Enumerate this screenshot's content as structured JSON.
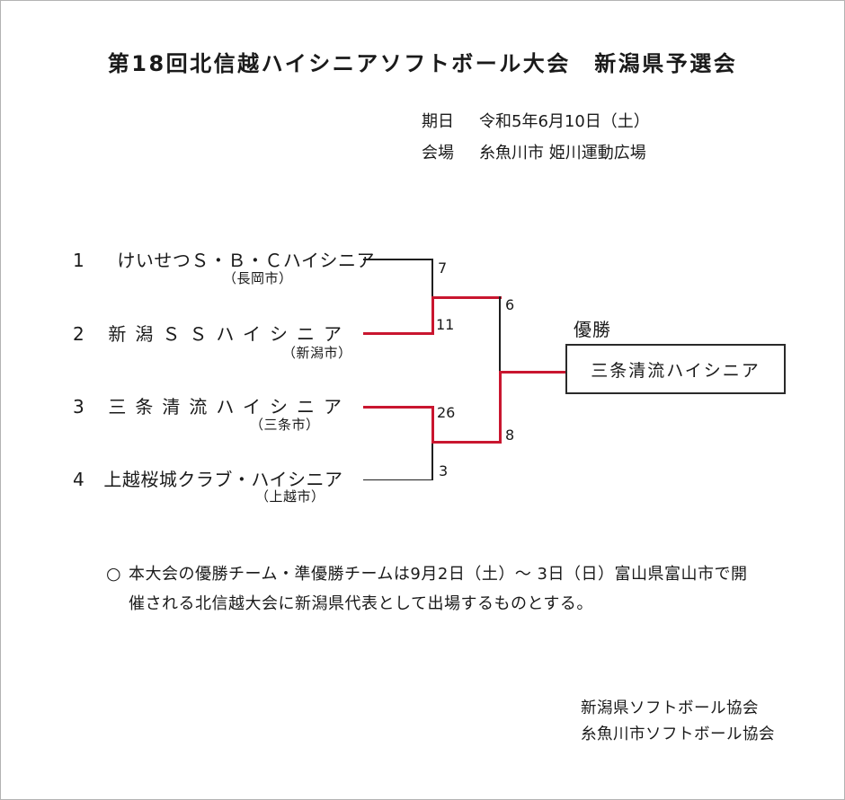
{
  "title": "第18回北信越ハイシニアソフトボール大会　新潟県予選会",
  "meta": {
    "date_label": "期日",
    "date_value": "令和5年6月10日（土）",
    "venue_label": "会場",
    "venue_value": "糸魚川市 姫川運動広場"
  },
  "bracket": {
    "teams": [
      {
        "seed": "1",
        "name": "けいせつＳ・Ｂ・Ｃハイシニア",
        "city": "（長岡市）",
        "score": "7"
      },
      {
        "seed": "2",
        "name": "新潟ＳＳハイシニア",
        "city": "（新潟市）",
        "score": "11"
      },
      {
        "seed": "3",
        "name": "三条清流ハイシニア",
        "city": "（三条市）",
        "score": "26"
      },
      {
        "seed": "4",
        "name": "上越桜城クラブ・ハイシニア",
        "city": "（上越市）",
        "score": "3"
      }
    ],
    "final": {
      "top_score": "6",
      "bottom_score": "8"
    },
    "champion_label": "優勝",
    "champion_name": "三条清流ハイシニア"
  },
  "note": {
    "bullet": "○",
    "line1": "本大会の優勝チーム・準優勝チームは9月2日（土）～ 3日（日）富山県富山市で開",
    "line2": "催される北信越大会に新潟県代表として出場するものとする。"
  },
  "footer": {
    "org1": "新潟県ソフトボール協会",
    "org2": "糸魚川市ソフトボール協会"
  },
  "colors": {
    "winner_path_red": "#c9162f",
    "line_black": "#1f1f1f",
    "page_border_gray": "#b3b3b3"
  }
}
